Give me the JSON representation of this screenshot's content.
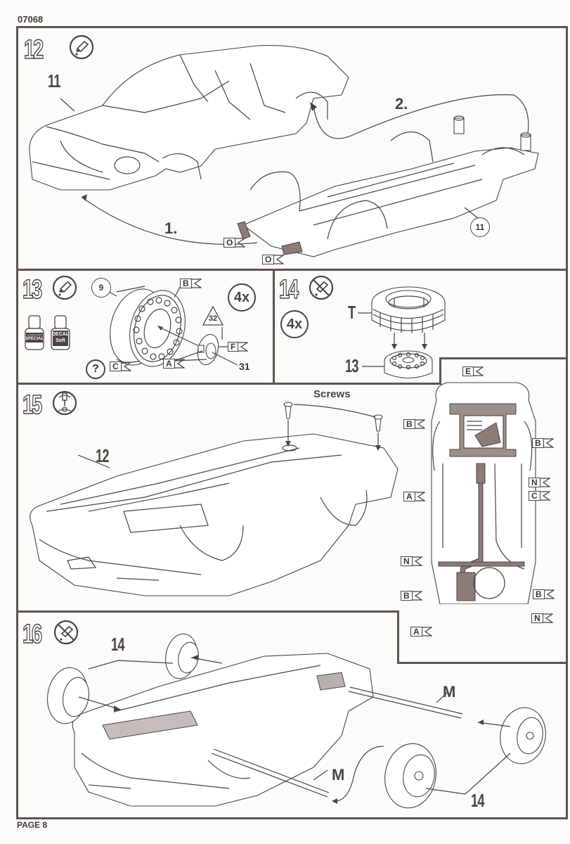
{
  "document": {
    "code": "07068",
    "page_label": "PAGE 8"
  },
  "steps": [
    {
      "number": "12",
      "icon": "glue-tube-icon",
      "part_labels": [
        "11"
      ],
      "circled_parts": [
        "11"
      ],
      "sequence_labels": [
        "1.",
        "2."
      ],
      "flags": [
        "O",
        "O"
      ]
    },
    {
      "number": "13",
      "icon": "glue-tube-icon",
      "multiplier": "4x",
      "circled_parts": [
        "9"
      ],
      "triangle_parts": [
        "32"
      ],
      "part_numbers": [
        "31"
      ],
      "flags": [
        "B",
        "C",
        "A",
        "F"
      ],
      "paints": [
        {
          "name": "paint-pot-contacta",
          "label_line1": "Contacta Liquid",
          "label_line2": "SPECIAL"
        },
        {
          "name": "paint-pot-decal-soft",
          "label_line1": "DECAL",
          "label_line2": "Soft"
        }
      ],
      "help_icon": "question-mark-icon"
    },
    {
      "number": "14",
      "icon": "no-glue-icon",
      "multiplier": "4x",
      "part_letters": [
        "T"
      ],
      "part_labels": [
        "13"
      ]
    },
    {
      "number": "15",
      "icon": "screwdriver-icon",
      "part_labels": [
        "12"
      ],
      "screws_label": "Screws",
      "detail_flags": {
        "top": "E",
        "left": [
          "B",
          "A",
          "N",
          "B",
          "A"
        ],
        "right": [
          "B",
          "N",
          "C",
          "B",
          "N"
        ]
      }
    },
    {
      "number": "16",
      "icon": "no-glue-icon",
      "part_labels": [
        "14",
        "14"
      ],
      "part_letters": [
        "M",
        "M"
      ]
    }
  ]
}
